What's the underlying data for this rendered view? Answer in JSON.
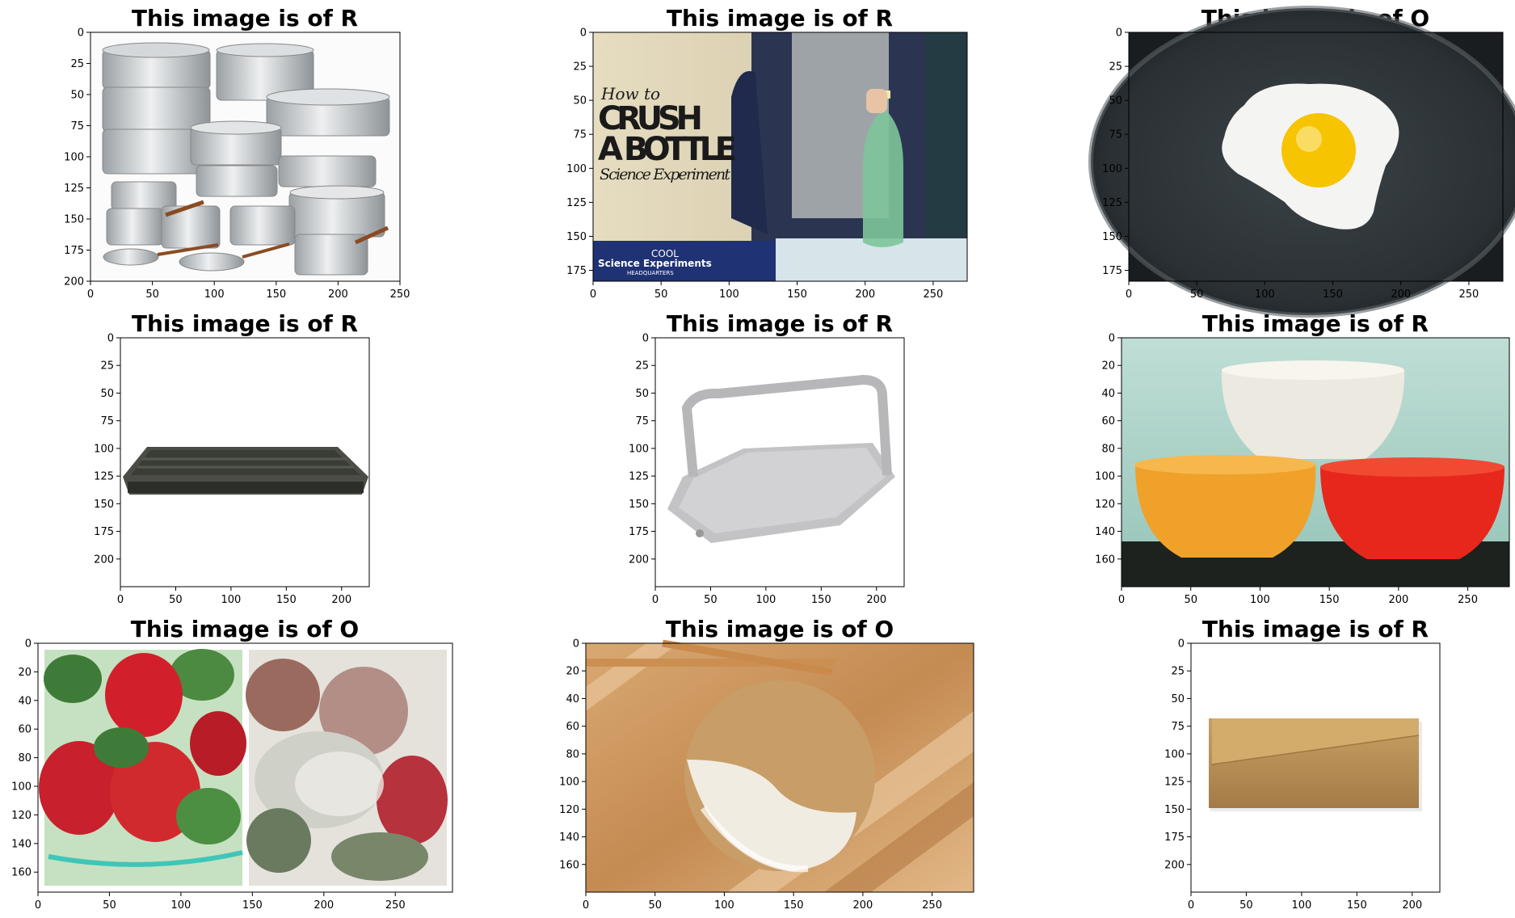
{
  "chart_data": [
    {
      "type": "image",
      "title": "This image is of R",
      "image": "stacked aluminum cooking pots and pans",
      "xticks": [
        "0",
        "50",
        "100",
        "150",
        "200",
        "250"
      ],
      "yticks": [
        "0",
        "25",
        "50",
        "75",
        "100",
        "125",
        "150",
        "175",
        "200"
      ],
      "xlim": [
        0,
        250
      ],
      "ylim": [
        200,
        0
      ]
    },
    {
      "type": "image",
      "title": "This image is of R",
      "image": "How to crush a bottle science experiment",
      "overlay": [
        "How to",
        "CRUSH",
        "A BOTTLE",
        "Science Experiment",
        "COOL",
        "Science Experiments",
        "HEADQUARTERS"
      ],
      "xticks": [
        "0",
        "50",
        "100",
        "150",
        "200",
        "250"
      ],
      "yticks": [
        "0",
        "25",
        "50",
        "75",
        "100",
        "125",
        "150",
        "175"
      ],
      "xlim": [
        0,
        275
      ],
      "ylim": [
        183,
        0
      ]
    },
    {
      "type": "image",
      "title": "This image is of O",
      "image": "fried egg in a black pan",
      "xticks": [
        "0",
        "50",
        "100",
        "150",
        "200",
        "250"
      ],
      "yticks": [
        "0",
        "25",
        "50",
        "75",
        "100",
        "125",
        "150",
        "175"
      ],
      "xlim": [
        0,
        275
      ],
      "ylim": [
        183,
        0
      ]
    },
    {
      "type": "image",
      "title": "This image is of R",
      "image": "black plastic seed tray",
      "xticks": [
        "0",
        "50",
        "100",
        "150",
        "200"
      ],
      "yticks": [
        "0",
        "25",
        "50",
        "75",
        "100",
        "125",
        "150",
        "175",
        "200"
      ],
      "xlim": [
        0,
        225
      ],
      "ylim": [
        225,
        0
      ]
    },
    {
      "type": "image",
      "title": "This image is of R",
      "image": "grey plastic tray with handle",
      "xticks": [
        "0",
        "50",
        "100",
        "150",
        "200"
      ],
      "yticks": [
        "0",
        "25",
        "50",
        "75",
        "100",
        "125",
        "150",
        "175",
        "200"
      ],
      "xlim": [
        0,
        225
      ],
      "ylim": [
        225,
        0
      ]
    },
    {
      "type": "image",
      "title": "This image is of R",
      "image": "stacked white, orange and red bowls",
      "xticks": [
        "0",
        "50",
        "100",
        "150",
        "200",
        "250"
      ],
      "yticks": [
        "0",
        "20",
        "40",
        "60",
        "80",
        "100",
        "120",
        "140",
        "160"
      ],
      "xlim": [
        0,
        280
      ],
      "ylim": [
        180,
        0
      ]
    },
    {
      "type": "image",
      "title": "This image is of O",
      "image": "fresh and moldy strawberries",
      "xticks": [
        "0",
        "50",
        "100",
        "150",
        "200",
        "250"
      ],
      "yticks": [
        "0",
        "20",
        "40",
        "60",
        "80",
        "100",
        "120",
        "140",
        "160"
      ],
      "xlim": [
        0,
        290
      ],
      "ylim": [
        174,
        0
      ]
    },
    {
      "type": "image",
      "title": "This image is of O",
      "image": "white and brown rice on wooden board with chopsticks",
      "xticks": [
        "0",
        "50",
        "100",
        "150",
        "200",
        "250"
      ],
      "yticks": [
        "0",
        "20",
        "40",
        "60",
        "80",
        "100",
        "120",
        "140",
        "160"
      ],
      "xlim": [
        0,
        280
      ],
      "ylim": [
        180,
        0
      ]
    },
    {
      "type": "image",
      "title": "This image is of R",
      "image": "brown paper envelope",
      "xticks": [
        "0",
        "50",
        "100",
        "150",
        "200"
      ],
      "yticks": [
        "0",
        "25",
        "50",
        "75",
        "100",
        "125",
        "150",
        "175",
        "200"
      ],
      "xlim": [
        0,
        225
      ],
      "ylim": [
        225,
        0
      ]
    }
  ]
}
